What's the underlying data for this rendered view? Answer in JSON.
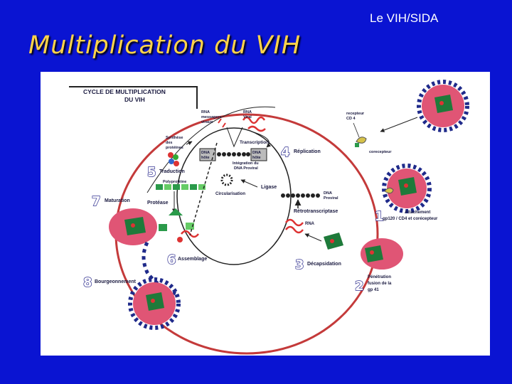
{
  "header": {
    "label": "Le VIH/SIDA"
  },
  "title": "Multiplication du VIH",
  "diagram": {
    "heading_line1": "CYCLE DE MULTIPLICATION",
    "heading_line2": "DU VIH",
    "labels": {
      "rna_messagers_1": "RNA",
      "rna_messagers_2": "messagers",
      "rna_messagers_3": "viraux",
      "rna_viral_1": "RNA",
      "rna_viral_2": "Viral",
      "synthese_1": "Synthèse",
      "synthese_2": "des",
      "synthese_3": "protéines",
      "transcription": "Transcription",
      "dna_hote_1": "DNA",
      "dna_hote_2": "hôte",
      "dna_hote_r1": "DNA",
      "dna_hote_r2": "hôte",
      "integration_1": "Intégration du",
      "integration_2": "DNA Proviral",
      "replication": "Réplication",
      "traduction": "Traduction",
      "polyproteine": "Polyprotéine",
      "circularisation": "Circularisation",
      "ligase": "Ligase",
      "dna_proviral_1": "DNA",
      "dna_proviral_2": "Proviral",
      "retrotranscriptase": "Rétrotranscriptase",
      "maturation": "Maturation",
      "protease": "Protéase",
      "rna": "RNA",
      "assemblage": "Assemblage",
      "decapsidation": "Décapsidation",
      "bourgeonnement": "Bourgeonnement",
      "recepteur_1": "recepteur",
      "recepteur_2": "CD 4",
      "corecepteur": "corecepteur",
      "attachement_1": "Attachement",
      "attachement_2": "gp120 / CD4 et corécepteur",
      "penetration_1": "Pénétration",
      "penetration_2": "fusion de la",
      "penetration_3": "gp 41"
    },
    "steps": [
      "1",
      "2",
      "3",
      "4",
      "5",
      "6",
      "7",
      "8"
    ],
    "colors": {
      "background": "#0a14d2",
      "title": "#ffd34a",
      "cell_membrane": "#c43a3a",
      "virion_body": "#e05575",
      "virion_spikes": "#1f2a8a",
      "capsid": "#1e7a3a"
    }
  }
}
